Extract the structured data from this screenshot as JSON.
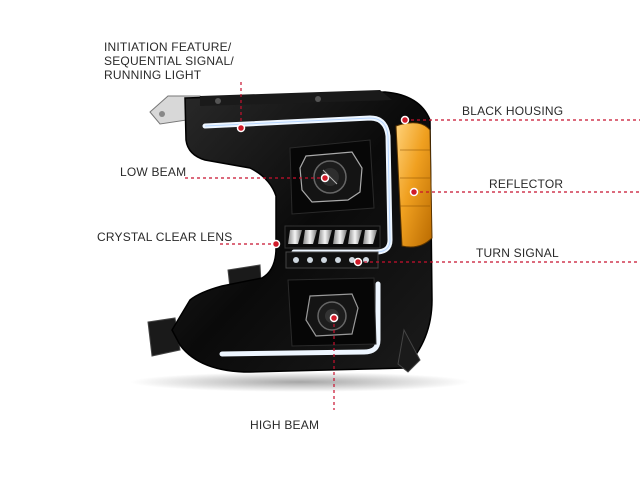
{
  "callouts": {
    "initiation": {
      "lines": [
        "INITIATION FEATURE/",
        "SEQUENTIAL SIGNAL/",
        "RUNNING LIGHT"
      ]
    },
    "black_housing": "BLACK HOUSING",
    "low_beam": "LOW BEAM",
    "reflector": "REFLECTOR",
    "crystal_clear_lens": "CRYSTAL CLEAR LENS",
    "turn_signal": "TURN SIGNAL",
    "high_beam": "HIGH BEAM"
  },
  "colors": {
    "leader_line": "#c8102e",
    "marker": "#d01b2a",
    "housing": "#0d0d0d",
    "amber": "#f0a020",
    "light_bar": "#eef6ff"
  }
}
